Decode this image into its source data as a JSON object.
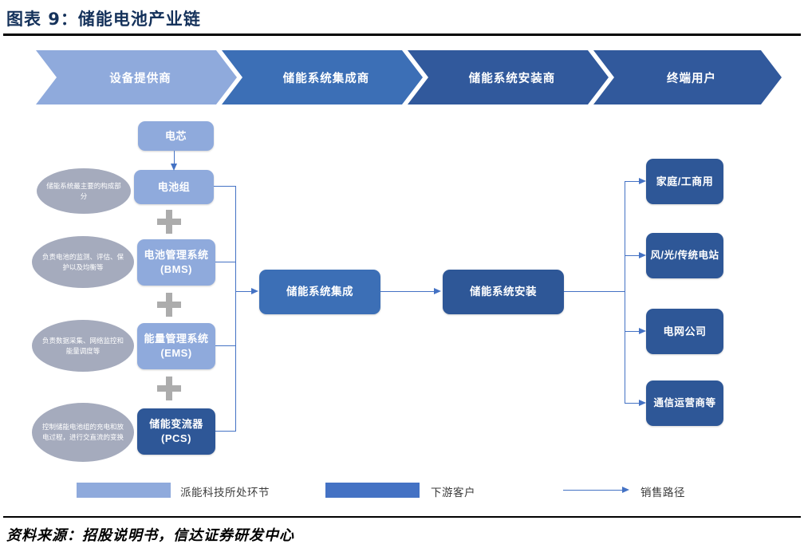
{
  "header": {
    "title": "图表 9：储能电池产业链"
  },
  "stages": [
    "设备提供商",
    "储能系统集成商",
    "储能系统安装商",
    "终端用户"
  ],
  "flow": {
    "cell": "电芯",
    "pack": "电池组",
    "bms": "电池管理系统\n(BMS)",
    "ems": "能量管理系统\n(EMS)",
    "pcs": "储能变流器\n(PCS)"
  },
  "annotations": [
    "储能系统最主要的构成部分",
    "负责电池的监测、评估、保护以及均衡等",
    "负责数据采集、网络监控和能量调度等",
    "控制储能电池组的充电和放电过程，进行交直流的变换"
  ],
  "middle": {
    "integration": "储能系统集成",
    "installation": "储能系统安装"
  },
  "customers": [
    "家庭/工商用",
    "风/光/传统电站",
    "电网公司",
    "通信运营商等"
  ],
  "legend": {
    "pylontech": "派能科技所处环节",
    "downstream": "下游客户",
    "sales": "销售路径"
  },
  "source": {
    "text": "资料来源：招股说明书，信达证券研发中心"
  },
  "icons": {
    "plus": "plus-icon",
    "sales_path_arrow": "arrow-right-icon"
  },
  "colors": {
    "light_blue": "#8FAADC",
    "medium_blue": "#3C6FB6",
    "stage_dark_blue": "#31599C",
    "dark_blue": "#2E5797",
    "legend_downstream": "#4472C4",
    "annotation_gray": "#A5ABBD",
    "connector_blue": "#4472C4",
    "title_navy": "#15325B"
  }
}
